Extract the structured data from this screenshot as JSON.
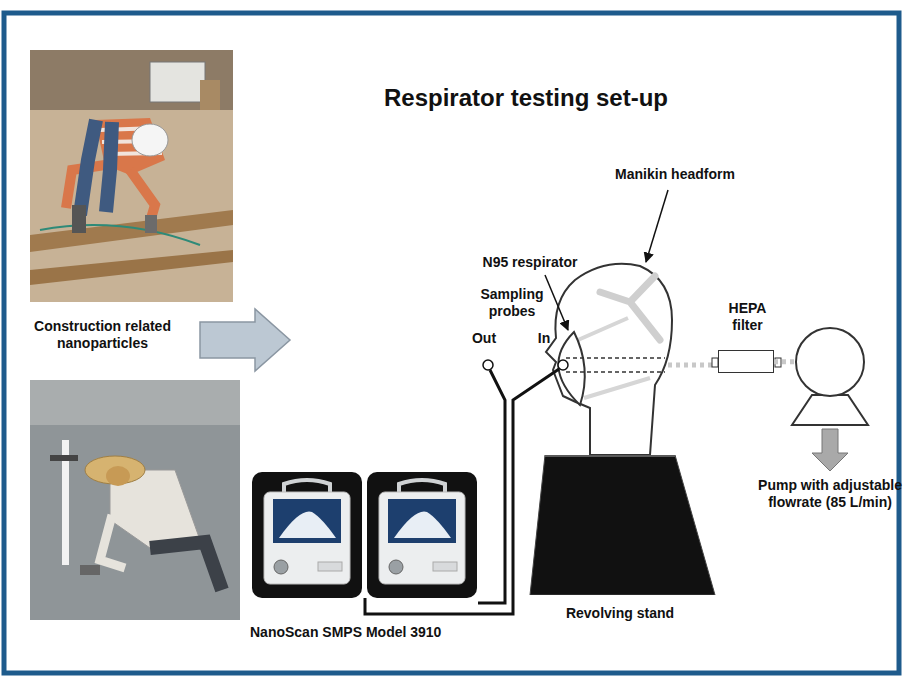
{
  "diagram": {
    "title": "Respirator testing set-up",
    "nodes": [
      {
        "text": [
          "HEPA filter"
        ]
      },
      {
        "text": [
          "Pump with adjustable flowrate (85 L/min)"
        ]
      },
      {
        "text": [
          "Revolving stand"
        ]
      }
    ],
    "edges": [
      {
        "from": 0,
        "to": 1,
        "arrow": "none"
      }
    ],
    "labels": [
      "Construction related nanoparticles",
      "Manikin headform",
      "N95 respirator",
      "Sampling probes",
      "Out",
      "In",
      "NanoScan SMPS Model 3910"
    ]
  }
}
